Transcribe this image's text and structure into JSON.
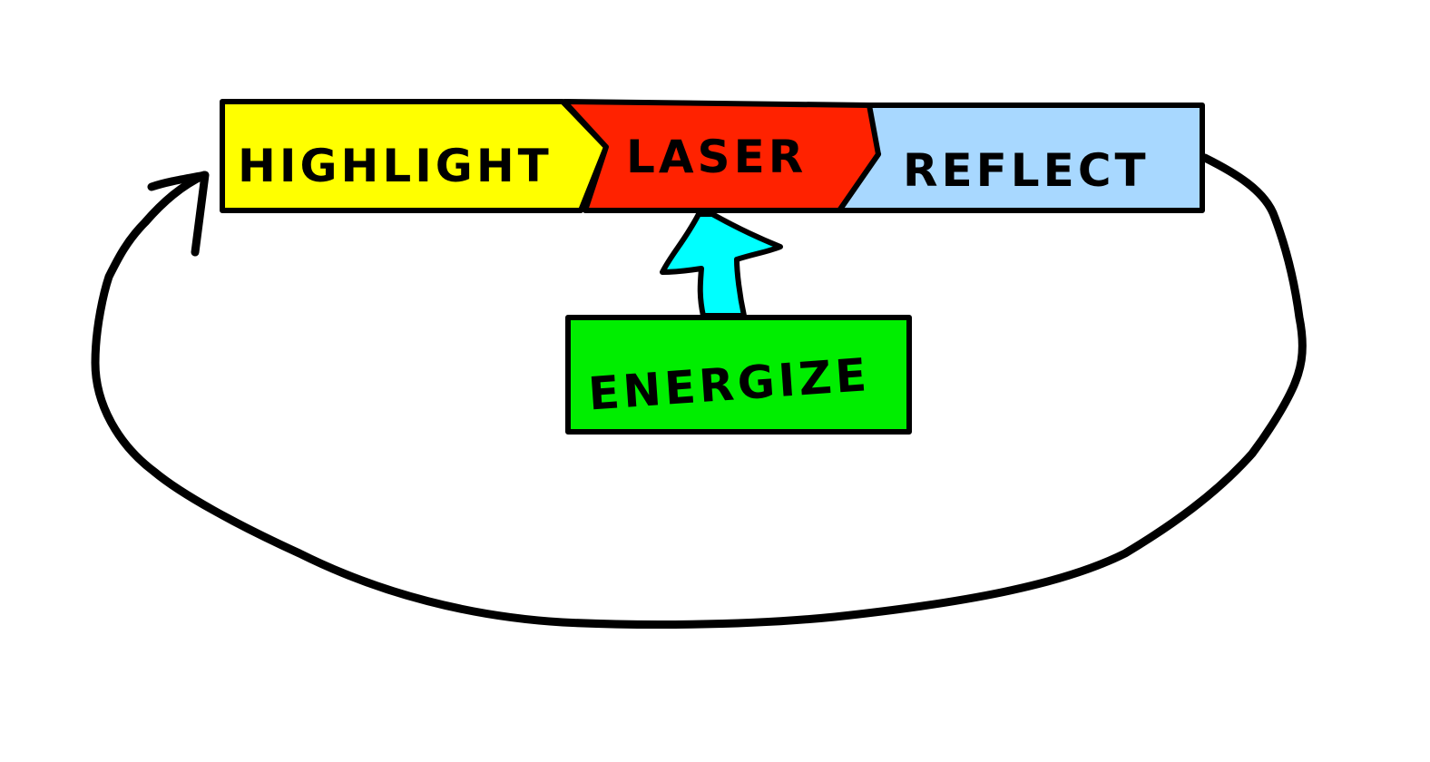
{
  "diagram": {
    "title": "Highlight Laser Reflect Energize cycle",
    "nodes": [
      {
        "id": "highlight",
        "label": "HIGHLIGHT",
        "color": "#FFFF00"
      },
      {
        "id": "laser",
        "label": "LASER",
        "color": "#FF2200"
      },
      {
        "id": "reflect",
        "label": "REFLECT",
        "color": "#A8D8FF"
      },
      {
        "id": "energize",
        "label": "ENERGIZE",
        "color": "#00EE00"
      }
    ],
    "edges": [
      {
        "from": "energize",
        "to": "laser",
        "style": "block-arrow",
        "color": "#00FFFF"
      },
      {
        "from": "reflect",
        "to": "highlight",
        "style": "loop-arrow",
        "color": "#000000"
      }
    ],
    "sequence": [
      "highlight",
      "laser",
      "reflect"
    ]
  }
}
